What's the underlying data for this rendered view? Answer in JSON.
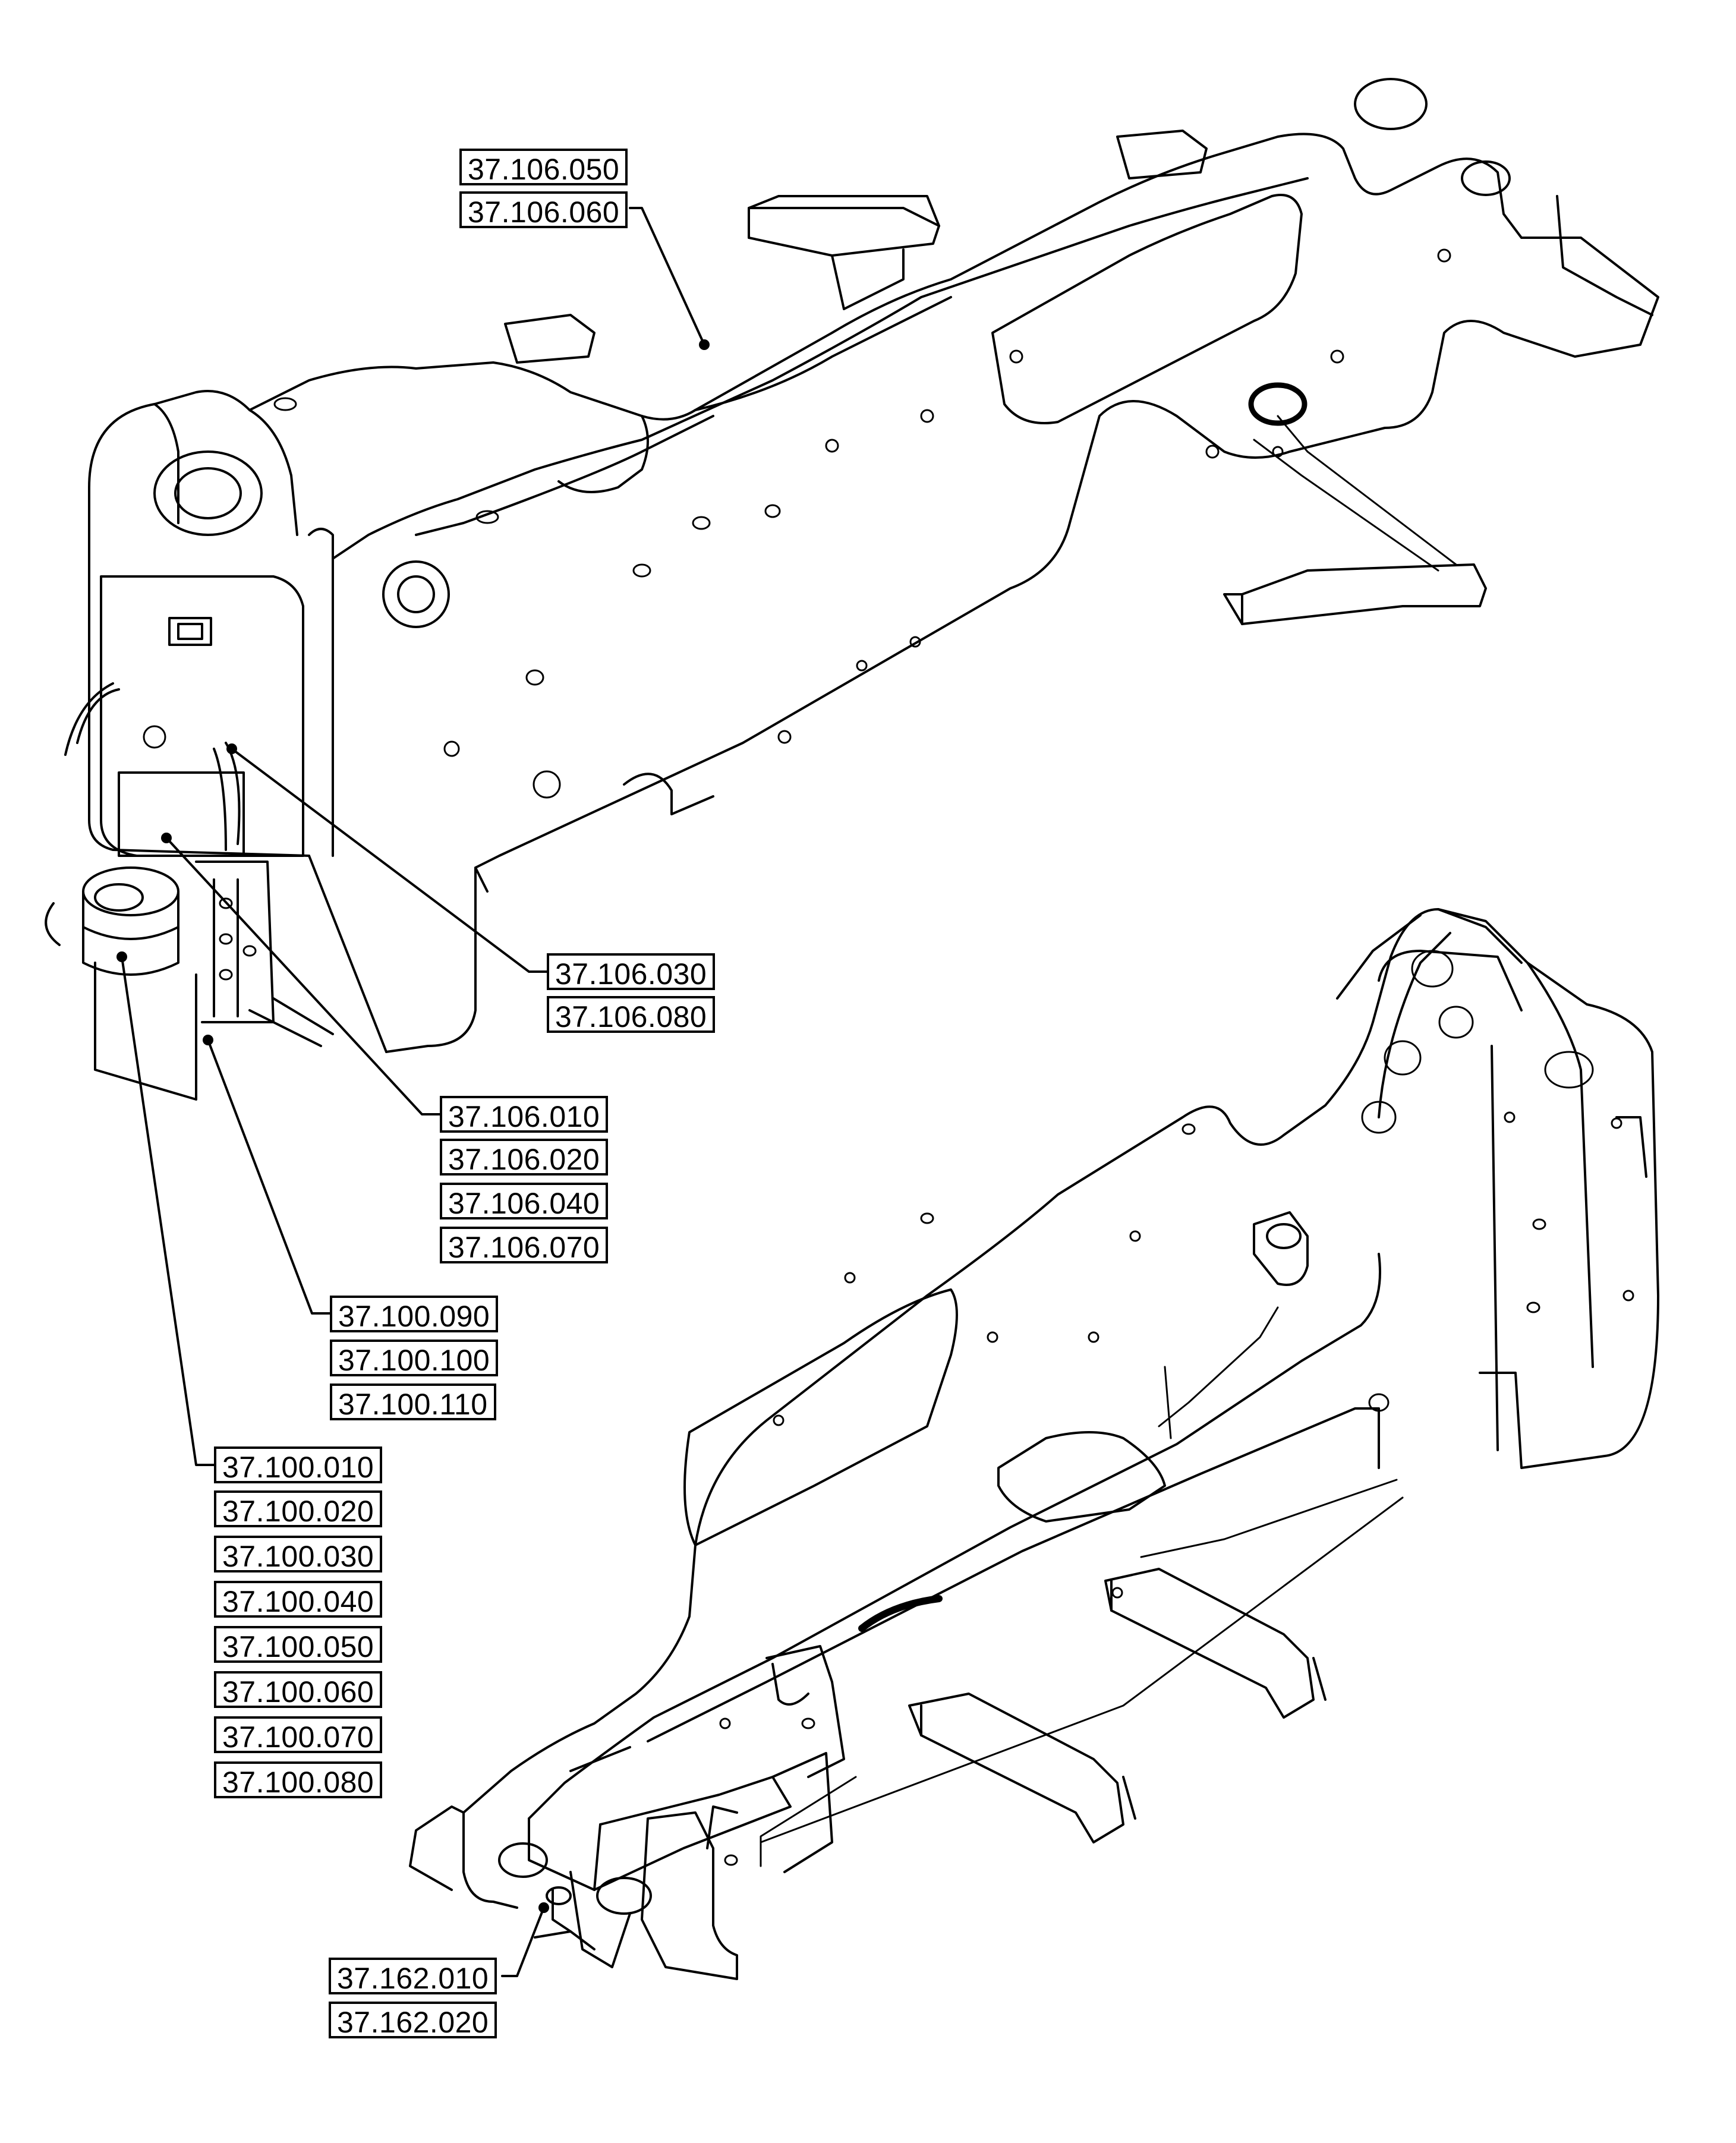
{
  "colors": {
    "ink": "#000000",
    "paper": "#ffffff"
  },
  "callouts": {
    "top_pin": [
      "37.106.050",
      "37.106.060"
    ],
    "valve_hose": [
      "37.106.030",
      "37.106.080"
    ],
    "valve_block": [
      "37.106.010",
      "37.106.020",
      "37.106.040",
      "37.106.070"
    ],
    "bracket": [
      "37.100.090",
      "37.100.100",
      "37.100.110"
    ],
    "cylinder": [
      "37.100.010",
      "37.100.020",
      "37.100.030",
      "37.100.040",
      "37.100.050",
      "37.100.060",
      "37.100.070",
      "37.100.080"
    ],
    "lower_pin": [
      "37.162.010",
      "37.162.020"
    ]
  }
}
